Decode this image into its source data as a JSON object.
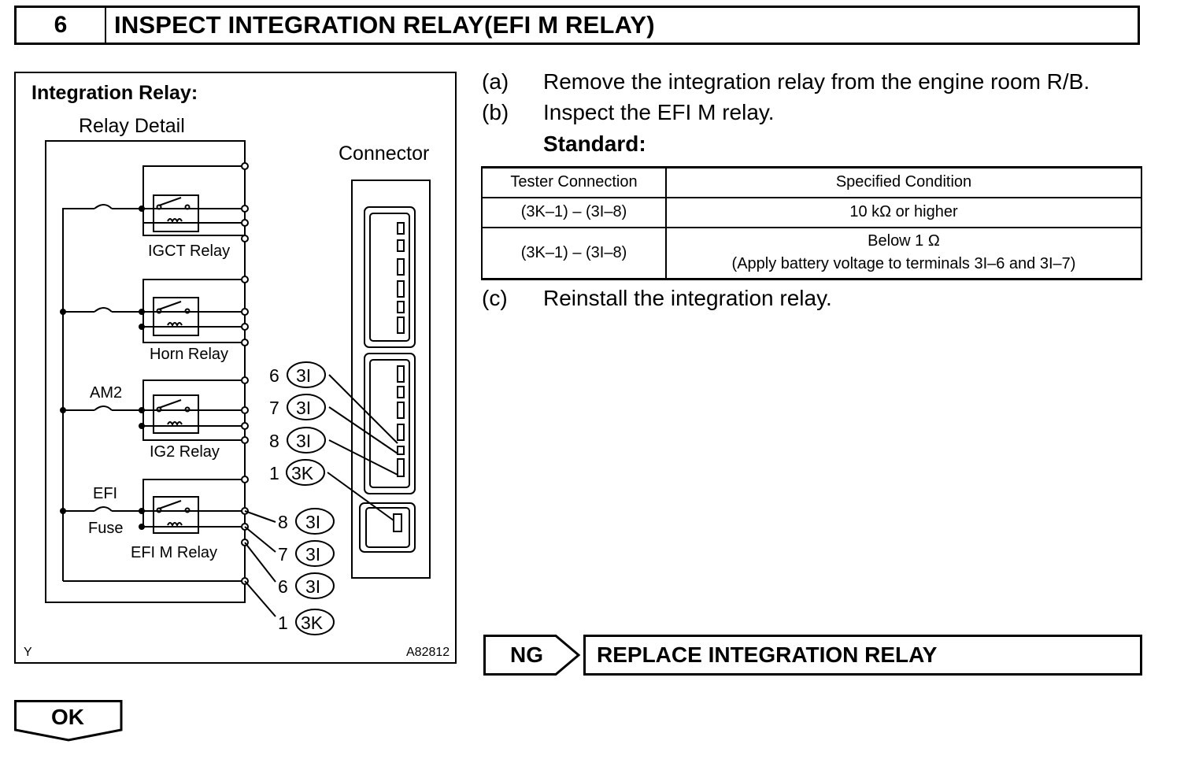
{
  "step": {
    "number": "6",
    "title": "INSPECT INTEGRATION RELAY(EFI M RELAY)"
  },
  "figure": {
    "title": "Integration Relay:",
    "relay_detail_label": "Relay Detail",
    "connector_label": "Connector",
    "relays": [
      "IGCT Relay",
      "Horn Relay",
      "IG2 Relay",
      "EFI M Relay"
    ],
    "am2_label": "AM2",
    "efi_label": "EFI",
    "fuse_label": "Fuse",
    "connector_callouts": [
      {
        "pin": "6",
        "conn": "3I"
      },
      {
        "pin": "7",
        "conn": "3I"
      },
      {
        "pin": "8",
        "conn": "3I"
      },
      {
        "pin": "1",
        "conn": "3K"
      }
    ],
    "relay_callouts": [
      {
        "pin": "8",
        "conn": "3I"
      },
      {
        "pin": "7",
        "conn": "3I"
      },
      {
        "pin": "6",
        "conn": "3I"
      },
      {
        "pin": "1",
        "conn": "3K"
      }
    ],
    "corner_code": "Y",
    "figure_id": "A82812"
  },
  "instructions": [
    {
      "label": "(a)",
      "text": "Remove the integration relay from the engine room R/B."
    },
    {
      "label": "(b)",
      "text": "Inspect the EFI M relay."
    },
    {
      "label": "(c)",
      "text": "Reinstall the integration relay."
    }
  ],
  "standard_label": "Standard:",
  "spec_table": {
    "headers": [
      "Tester Connection",
      "Specified Condition"
    ],
    "rows": [
      {
        "connection": "(3K–1) – (3I–8)",
        "condition_1": "10 kΩ or higher",
        "condition_2": ""
      },
      {
        "connection": "(3K–1) – (3I–8)",
        "condition_1": "Below 1 Ω",
        "condition_2": "(Apply battery voltage to terminals 3I–6 and 3I–7)"
      }
    ]
  },
  "ng": {
    "label": "NG",
    "action": "REPLACE INTEGRATION RELAY"
  },
  "ok": {
    "label": "OK"
  }
}
